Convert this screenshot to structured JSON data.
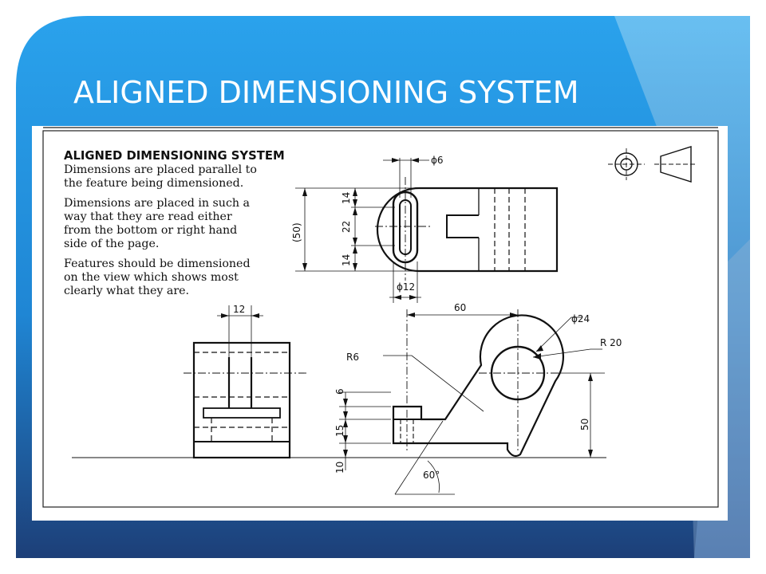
{
  "slide": {
    "title": "ALIGNED DIMENSIONING SYSTEM",
    "colors": {
      "bg_light": "#5cb8f0",
      "bg_mid": "#1f8fe0",
      "bg_dark": "#1c4a8a",
      "title": "#ffffff"
    }
  },
  "figure": {
    "heading": "ALIGNED DIMENSIONING SYSTEM",
    "notes": [
      "Dimensions are placed parallel to",
      "the feature being dimensioned.",
      "Dimensions are placed in such a",
      "way that they are read either",
      "from the bottom or right hand",
      "side of the page.",
      "Features should be dimensioned",
      "on the view which shows most",
      "clearly what they are."
    ],
    "dims": {
      "d_phi6": "ϕ6",
      "d_14a": "14",
      "d_22": "22",
      "d_14b": "14",
      "d_50p": "(50)",
      "d_phi12": "ϕ12",
      "d_12": "12",
      "d_60": "60",
      "d_phi24": "ϕ24",
      "d_r20": "R 20",
      "d_r6": "R6",
      "d_6": "6",
      "d_15": "15",
      "d_10": "10",
      "d_50": "50",
      "d_60deg": "60°"
    },
    "projection_symbol": "first-angle-projection-icon"
  }
}
